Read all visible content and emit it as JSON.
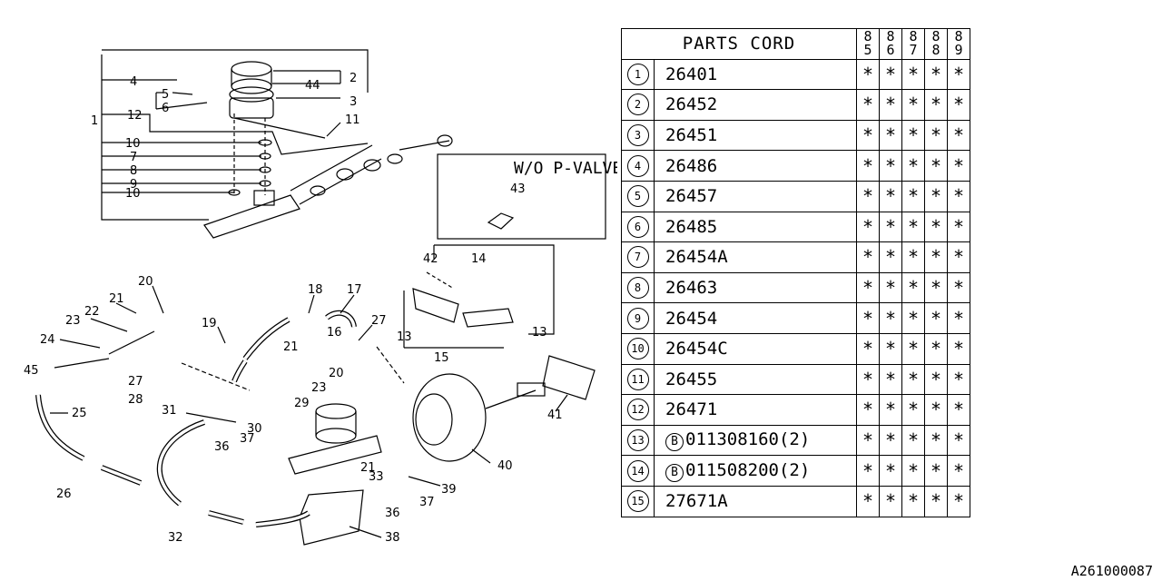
{
  "inset": {
    "title": "W/O P-VALVE",
    "callout": "43"
  },
  "callouts": {
    "c1": "1",
    "c2": "2",
    "c3": "3",
    "c4": "4",
    "c44": "44",
    "c5": "5",
    "c6": "6",
    "c7": "7",
    "c8": "8",
    "c9": "9",
    "c10a": "10",
    "c10b": "10",
    "c11": "11",
    "c12": "12",
    "c13a": "13",
    "c13b": "13",
    "c14": "14",
    "c15": "15",
    "c16": "16",
    "c17": "17",
    "c18": "18",
    "c19": "19",
    "c20a": "20",
    "c20b": "20",
    "c21a": "21",
    "c21b": "21",
    "c21c": "21",
    "c22": "22",
    "c23a": "23",
    "c23b": "23",
    "c24": "24",
    "c25": "25",
    "c26": "26",
    "c27a": "27",
    "c27b": "27",
    "c28": "28",
    "c29": "29",
    "c30": "30",
    "c31": "31",
    "c32": "32",
    "c33": "33",
    "c36a": "36",
    "c36b": "36",
    "c37a": "37",
    "c37b": "37",
    "c38": "38",
    "c39": "39",
    "c40": "40",
    "c41": "41",
    "c42": "42",
    "c45": "45"
  },
  "table": {
    "header": "PARTS CORD",
    "years": [
      [
        "8",
        "5"
      ],
      [
        "8",
        "6"
      ],
      [
        "8",
        "7"
      ],
      [
        "8",
        "8"
      ],
      [
        "8",
        "9"
      ]
    ],
    "rows": [
      {
        "no": "1",
        "part": "26401",
        "bolt": false,
        "marks": [
          "*",
          "*",
          "*",
          "*",
          "*"
        ]
      },
      {
        "no": "2",
        "part": "26452",
        "bolt": false,
        "marks": [
          "*",
          "*",
          "*",
          "*",
          "*"
        ]
      },
      {
        "no": "3",
        "part": "26451",
        "bolt": false,
        "marks": [
          "*",
          "*",
          "*",
          "*",
          "*"
        ]
      },
      {
        "no": "4",
        "part": "26486",
        "bolt": false,
        "marks": [
          "*",
          "*",
          "*",
          "*",
          "*"
        ]
      },
      {
        "no": "5",
        "part": "26457",
        "bolt": false,
        "marks": [
          "*",
          "*",
          "*",
          "*",
          "*"
        ]
      },
      {
        "no": "6",
        "part": "26485",
        "bolt": false,
        "marks": [
          "*",
          "*",
          "*",
          "*",
          "*"
        ]
      },
      {
        "no": "7",
        "part": "26454A",
        "bolt": false,
        "marks": [
          "*",
          "*",
          "*",
          "*",
          "*"
        ]
      },
      {
        "no": "8",
        "part": "26463",
        "bolt": false,
        "marks": [
          "*",
          "*",
          "*",
          "*",
          "*"
        ]
      },
      {
        "no": "9",
        "part": "26454",
        "bolt": false,
        "marks": [
          "*",
          "*",
          "*",
          "*",
          "*"
        ]
      },
      {
        "no": "10",
        "part": "26454C",
        "bolt": false,
        "marks": [
          "*",
          "*",
          "*",
          "*",
          "*"
        ]
      },
      {
        "no": "11",
        "part": "26455",
        "bolt": false,
        "marks": [
          "*",
          "*",
          "*",
          "*",
          "*"
        ]
      },
      {
        "no": "12",
        "part": "26471",
        "bolt": false,
        "marks": [
          "*",
          "*",
          "*",
          "*",
          "*"
        ]
      },
      {
        "no": "13",
        "part": "011308160(2)",
        "bolt": true,
        "bolt_letter": "B",
        "marks": [
          "*",
          "*",
          "*",
          "*",
          "*"
        ]
      },
      {
        "no": "14",
        "part": "011508200(2)",
        "bolt": true,
        "bolt_letter": "B",
        "marks": [
          "*",
          "*",
          "*",
          "*",
          "*"
        ]
      },
      {
        "no": "15",
        "part": "27671A",
        "bolt": false,
        "marks": [
          "*",
          "*",
          "*",
          "*",
          "*"
        ]
      }
    ]
  },
  "footer_code": "A261000087"
}
